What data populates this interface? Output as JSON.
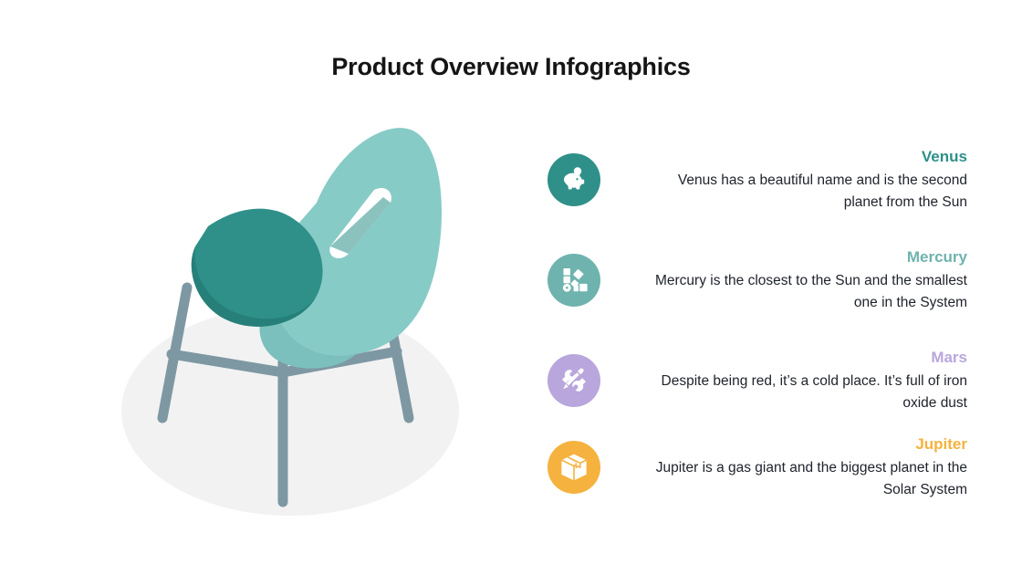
{
  "slide": {
    "title": "Product Overview Infographics",
    "background": "#FFFFFF",
    "title_color": "#151515"
  },
  "illustration": {
    "name": "isometric-chair",
    "colors": {
      "backrest": "#87CBC7",
      "backrest_shade": "#7BC0BC",
      "seat": "#2E9089",
      "seat_shade": "#268079",
      "legs": "#7E98A3",
      "shadow": "#F2F2F2"
    }
  },
  "items": [
    {
      "heading": "Venus",
      "body": "Venus has a beautiful name and is the second planet from the Sun",
      "color": "#2E9089",
      "icon": "piggy-bank-icon"
    },
    {
      "heading": "Mercury",
      "body": "Mercury is the closest to the Sun and the smallest one in the System",
      "color": "#6FB3AE",
      "icon": "blocks-shapes-icon"
    },
    {
      "heading": "Mars",
      "body": "Despite being red, it’s a cold place. It’s full of iron oxide dust",
      "color": "#B9A6DC",
      "icon": "tools-wrench-screwdriver-icon"
    },
    {
      "heading": "Jupiter",
      "body": "Jupiter is a gas giant and the biggest planet in the Solar System",
      "color": "#F5B23E",
      "icon": "package-box-icon"
    }
  ]
}
